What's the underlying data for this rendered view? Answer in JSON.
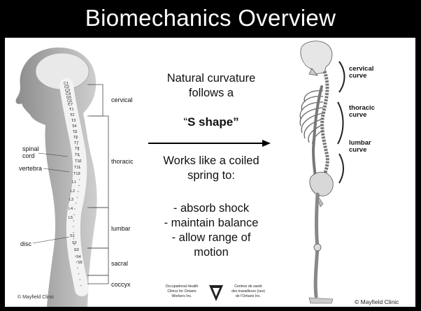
{
  "slide": {
    "title": "Biomechanics Overview",
    "curvature_line1": "Natural curvature",
    "curvature_line2": "follows a",
    "s_shape_open": "“",
    "s_shape": "S shape”",
    "spring_line1": "Works like a coiled",
    "spring_line2": "spring to:",
    "bullets": [
      "- absorb shock",
      "- maintain balance",
      "- allow range of",
      "motion"
    ]
  },
  "spine_diagram": {
    "regions": [
      "cervical",
      "thoracic",
      "lumbar",
      "sacral",
      "coccyx"
    ],
    "labels": {
      "spinal_cord_1": "spinal",
      "spinal_cord_2": "cord",
      "vertebra": "vertebra",
      "disc": "disc"
    },
    "vertebrae": [
      "C1",
      "C2",
      "C3",
      "C4",
      "C5",
      "C6",
      "C7",
      "T1",
      "T2",
      "T3",
      "T4",
      "T5",
      "T6",
      "T7",
      "T8",
      "T9",
      "T10",
      "T11",
      "T12",
      "L1",
      "L2",
      "L3",
      "L4",
      "L5",
      "S1",
      "S2",
      "S3",
      "S4",
      "S5"
    ],
    "credit": "© Mayfield Clinic"
  },
  "skeleton_diagram": {
    "curves": [
      {
        "l1": "cervical",
        "l2": "curve"
      },
      {
        "l1": "thoracic",
        "l2": "curve"
      },
      {
        "l1": "lumbar",
        "l2": "curve"
      }
    ],
    "credit": "© Mayfield Clinic"
  },
  "footer_logo": {
    "left_lines": [
      "Occupational Health",
      "Clinics for Ontario",
      "Workers Inc."
    ],
    "right_lines": [
      "Centres de santé",
      "des travailleurs (ses)",
      "de l’Ontario Inc."
    ]
  }
}
